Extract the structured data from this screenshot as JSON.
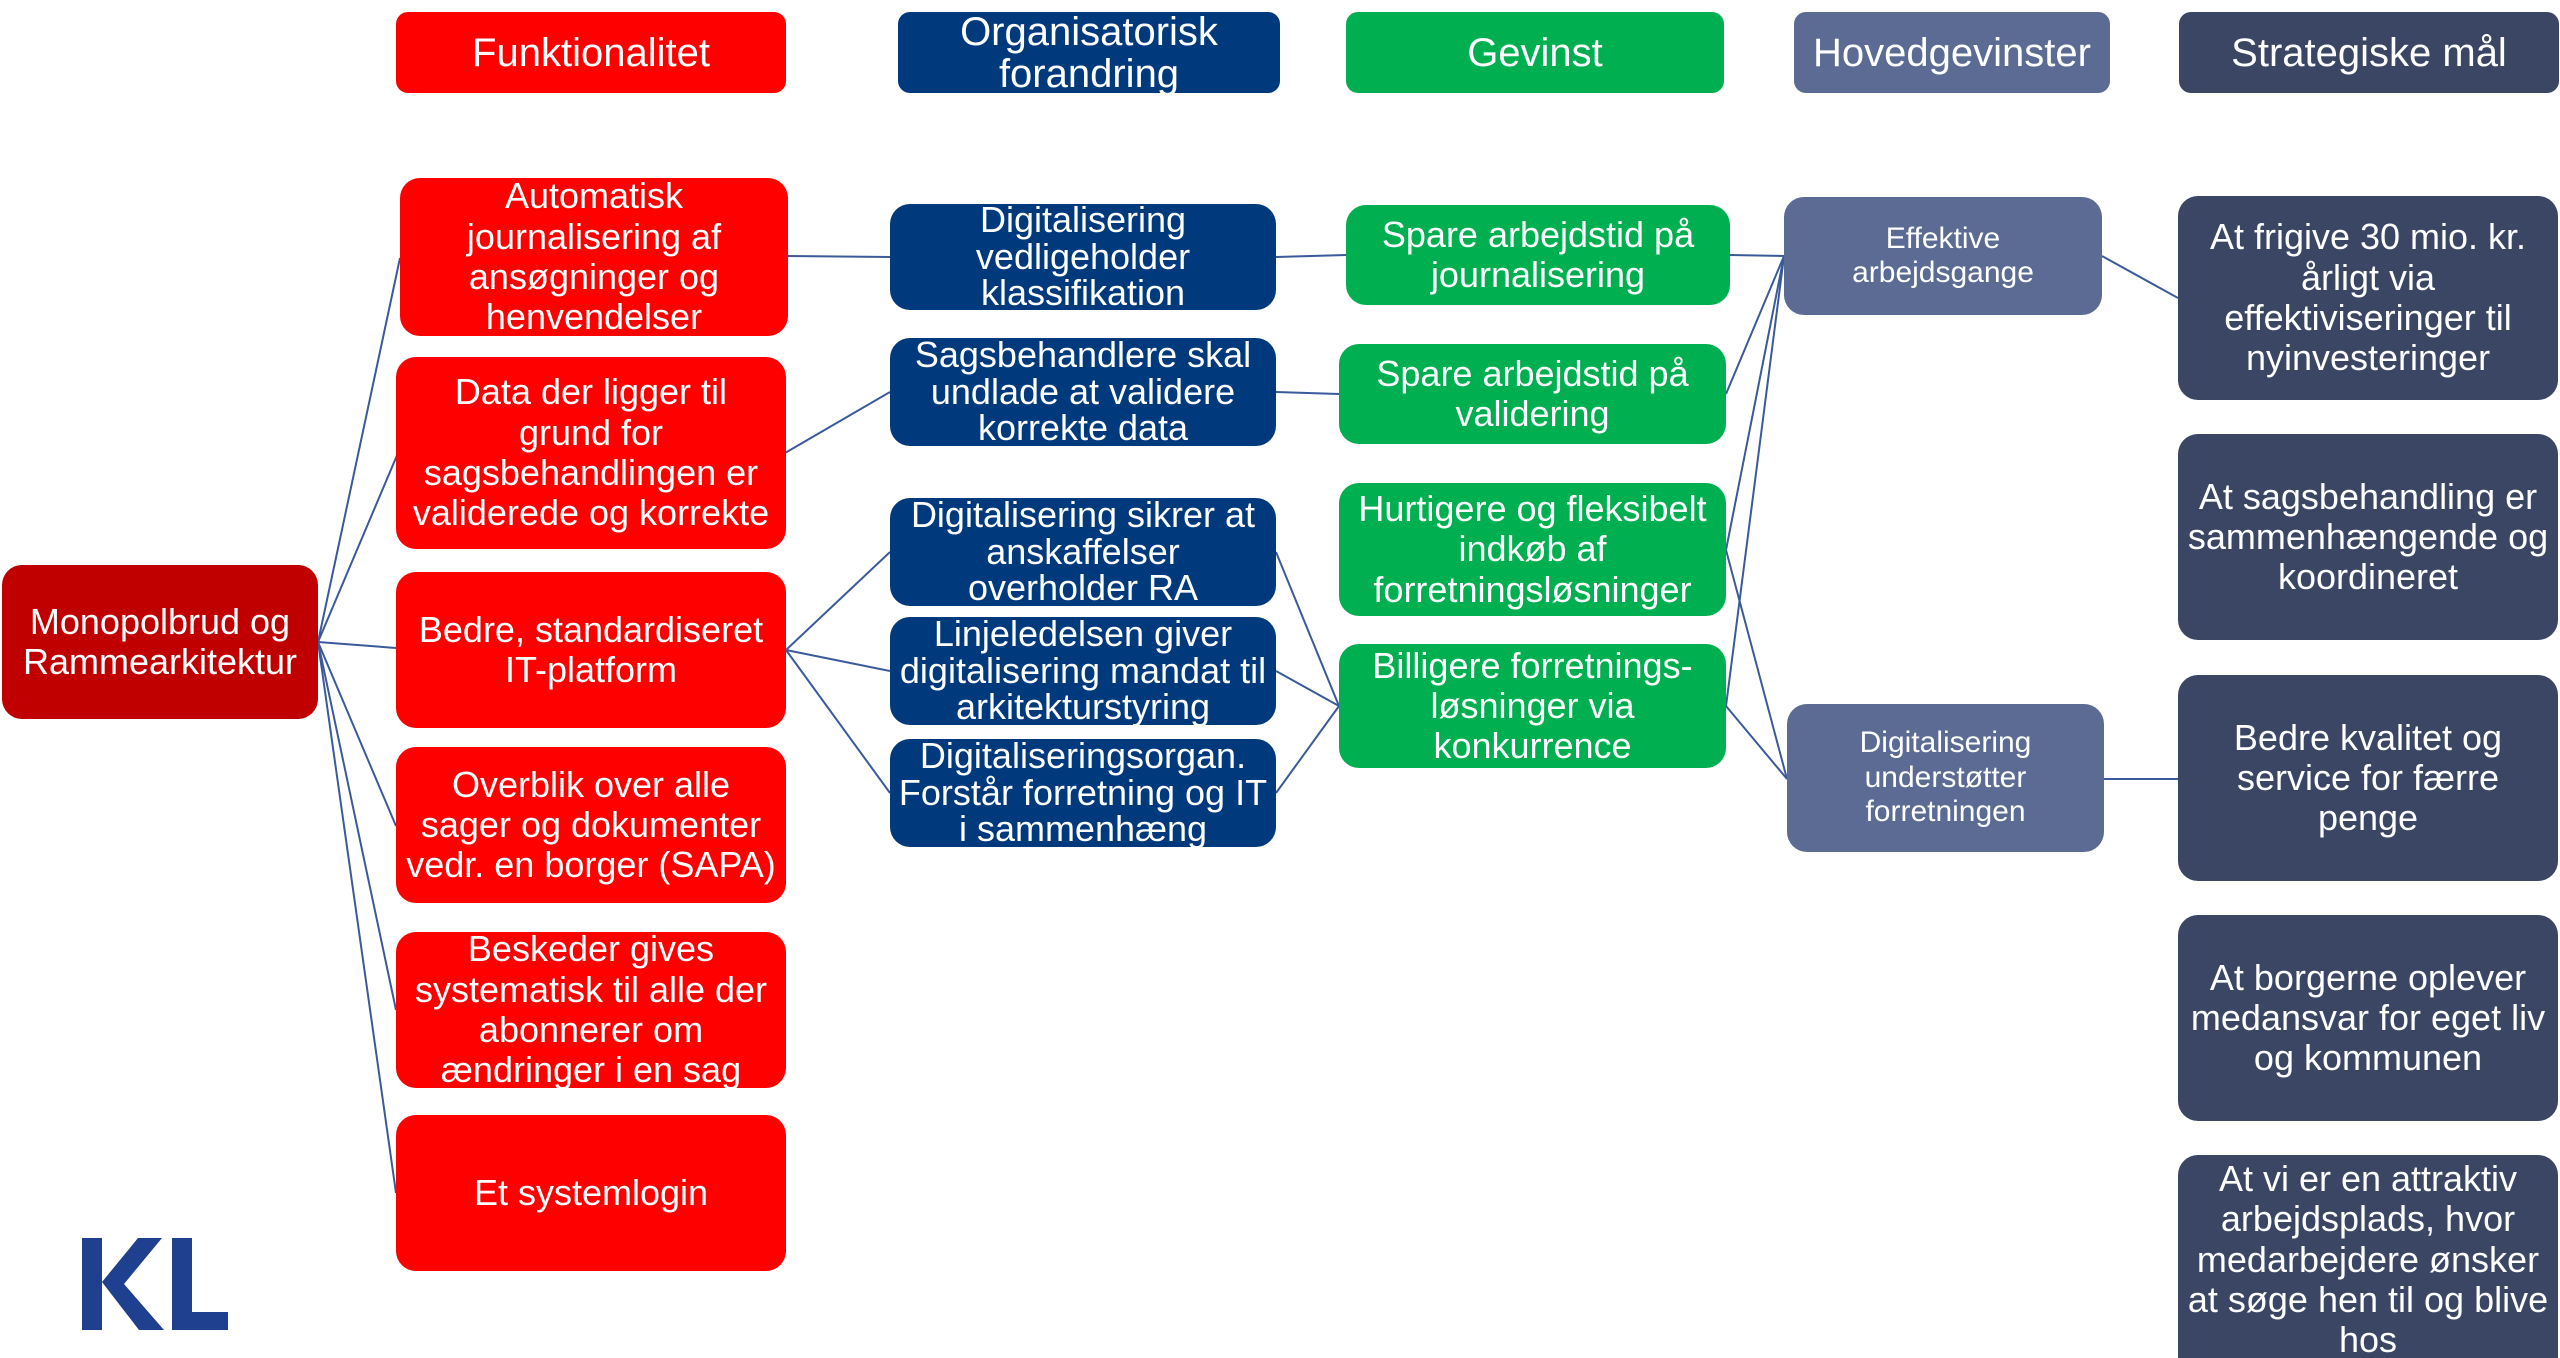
{
  "headers": {
    "funktionalitet": "Funktionalitet",
    "organisatorisk": "Organisatorisk forandring",
    "gevinst": "Gevinst",
    "hovedgevinster": "Hovedgevinster",
    "strategiske_maal": "Strategiske mål"
  },
  "root": "Monopolbrud og Rammearkitektur",
  "funktionalitet": [
    "Automatisk journalisering af ansøgninger og henvendelser",
    "Data der ligger til grund for sagsbehandlingen er validerede og korrekte",
    "Bedre, standardiseret IT-platform",
    "Overblik over alle sager og dokumenter vedr. en borger (SAPA)",
    "Beskeder gives systematisk til alle der abonnerer om ændringer i en sag",
    "Et systemlogin"
  ],
  "organisatorisk": [
    "Digitalisering vedligeholder klassifikation",
    "Sagsbehandlere skal undlade at validere korrekte data",
    "Digitalisering sikrer at anskaffelser overholder RA",
    "Linjeledelsen giver digitalisering mandat til arkitekturstyring",
    "Digitaliseringsorgan. Forstår forretning og IT i sammenhæng"
  ],
  "gevinst": [
    "Spare arbejdstid på journalisering",
    "Spare arbejdstid på validering",
    "Hurtigere og fleksibelt indkøb af forretningsløsninger",
    "Billigere forretnings-løsninger via konkurrence"
  ],
  "hovedgevinster": [
    "Effektive arbejdsgange",
    "Digitalisering understøtter forretningen"
  ],
  "strategiske_maal": [
    "At frigive 30 mio. kr. årligt via effektiviseringer til nyinvesteringer",
    "At sagsbehandling er sammenhængende og koordineret",
    "Bedre kvalitet og service for færre penge",
    "At borgerne oplever medansvar for eget liv og kommunen",
    "At vi er en attraktiv arbejdsplads, hvor medarbejdere ønsker at søge hen til og blive hos"
  ],
  "logo": "KL",
  "colors": {
    "funktionalitet": "#ff0000",
    "root": "#c00000",
    "organisatorisk": "#003a7d",
    "gevinst": "#00b050",
    "hovedgevinster": "#5b6b94",
    "strategiske_maal": "#3b4664",
    "connector": "#3a5a9a",
    "logo": "#1f3f8f"
  }
}
